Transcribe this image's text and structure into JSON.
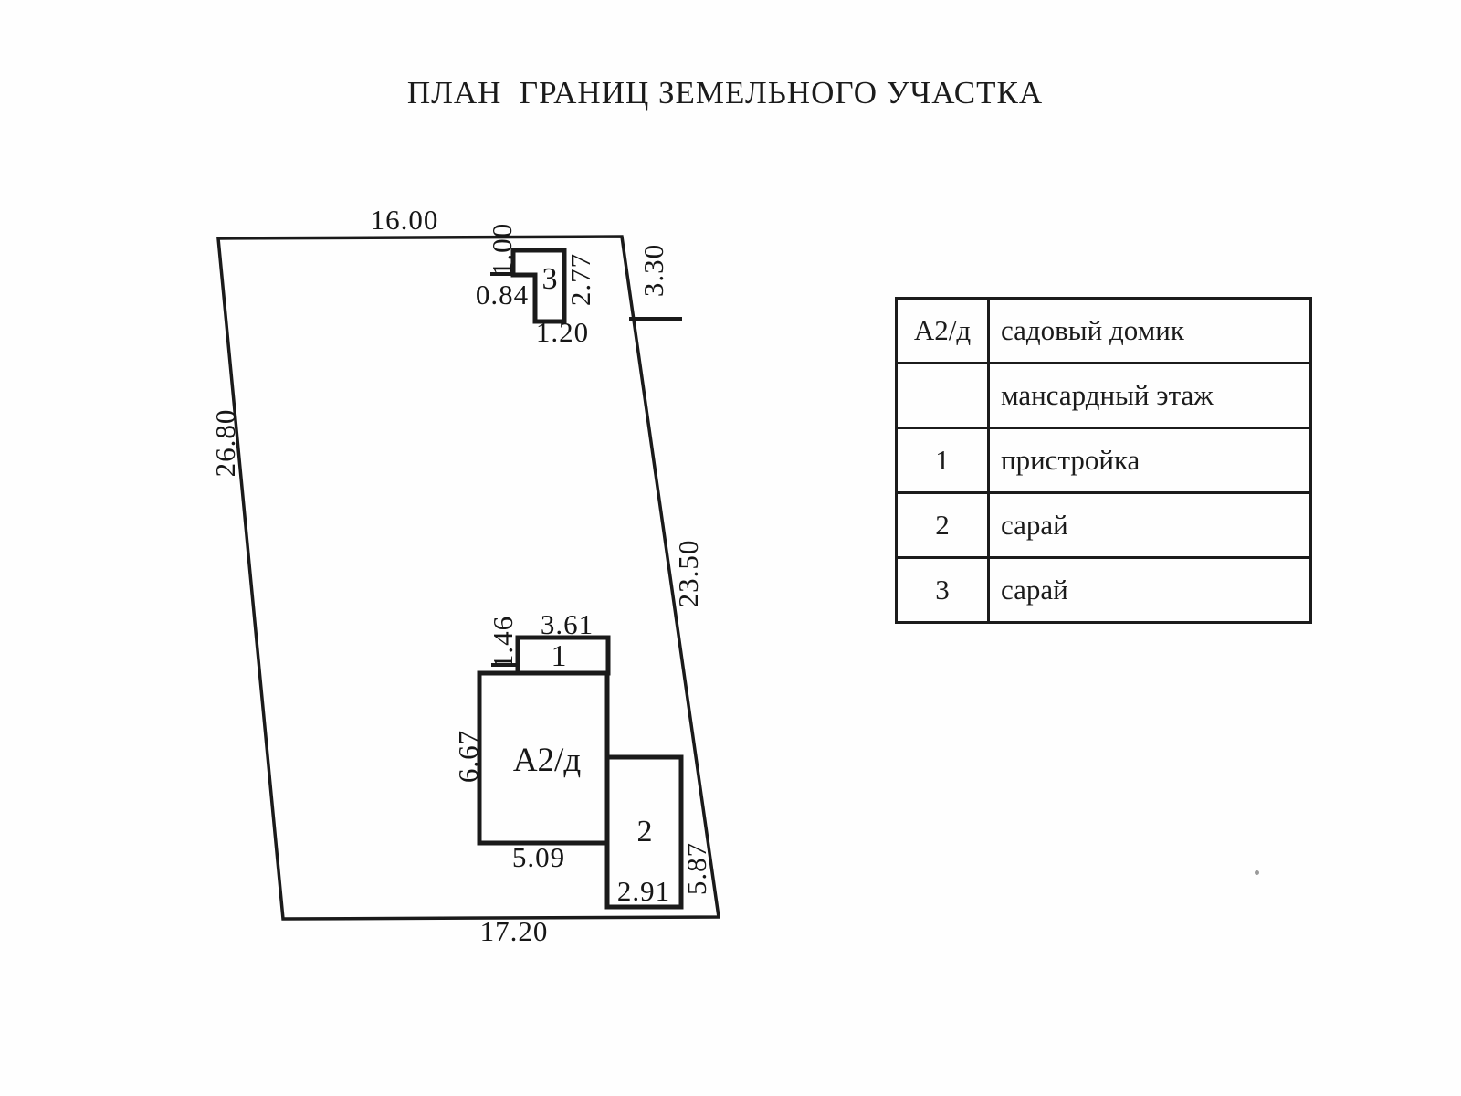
{
  "title": "ПЛАН  ГРАНИЦ ЗЕМЕЛЬНОГО УЧАСТКА",
  "plan": {
    "boundary": {
      "top_length": "16.00",
      "left_length": "26.80",
      "right_upper_length": "3.30",
      "right_lower_length": "23.50",
      "bottom_length": "17.20"
    },
    "building_3": {
      "label": "3",
      "step_height": "1.00",
      "step_width": "0.84",
      "bottom_width": "1.20",
      "right_height": "2.77"
    },
    "building_1": {
      "label": "1",
      "top_width": "3.61",
      "left_height": "1.46"
    },
    "building_main": {
      "label": "А2/д",
      "left_height": "6.67",
      "bottom_width": "5.09"
    },
    "building_2": {
      "label": "2",
      "bottom_width": "2.91",
      "right_height": "5.87"
    }
  },
  "legend": {
    "rows": [
      {
        "code": "А2/д",
        "description": "садовый домик"
      },
      {
        "code": "",
        "description": "мансардный этаж"
      },
      {
        "code": "1",
        "description": "пристройка"
      },
      {
        "code": "2",
        "description": "сарай"
      },
      {
        "code": "3",
        "description": "сарай"
      }
    ]
  }
}
